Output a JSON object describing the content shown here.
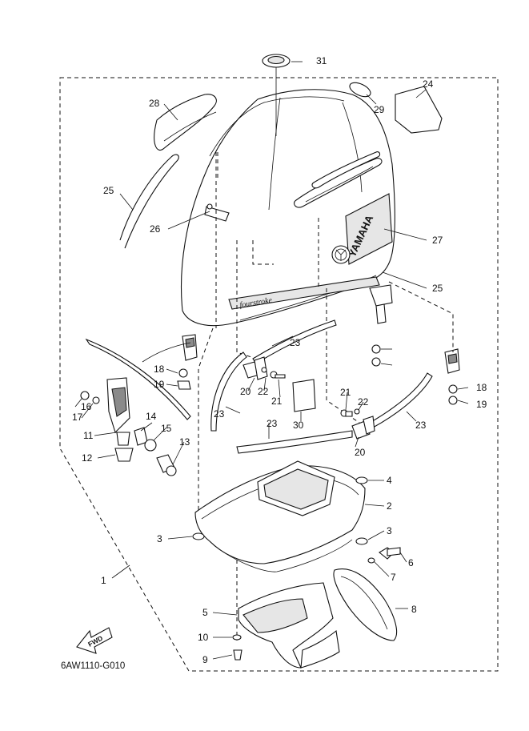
{
  "drawing_code": "6AW1110-G010",
  "fwd_label": "FWD",
  "brand_text": "YAMAHA",
  "cowling_script": "fourstroke",
  "part_numbers": [
    "1",
    "2",
    "3",
    "3",
    "4",
    "5",
    "6",
    "7",
    "8",
    "9",
    "10",
    "11",
    "12",
    "13",
    "14",
    "15",
    "16",
    "17",
    "18",
    "18",
    "19",
    "19",
    "20",
    "20",
    "21",
    "21",
    "22",
    "22",
    "23",
    "23",
    "23",
    "23",
    "24",
    "25",
    "25",
    "26",
    "27",
    "28",
    "29",
    "30",
    "31"
  ]
}
